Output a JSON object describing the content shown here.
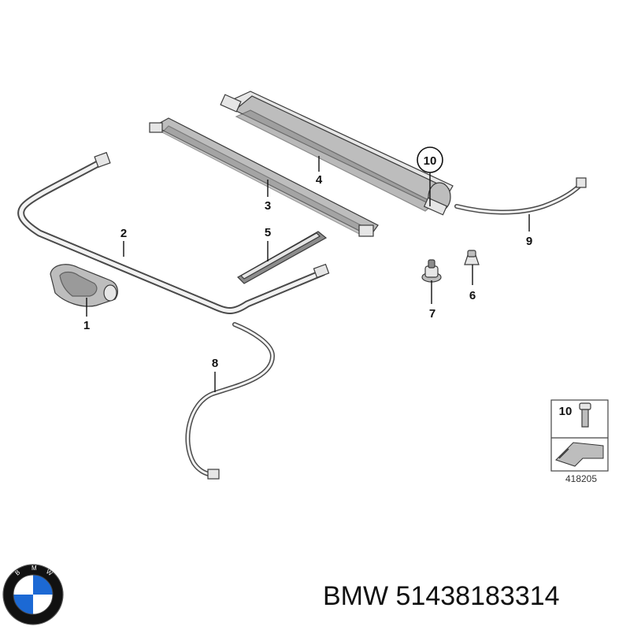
{
  "diagram": {
    "callouts": [
      "1",
      "2",
      "3",
      "4",
      "5",
      "6",
      "7",
      "8",
      "9",
      "10"
    ],
    "legend": {
      "part_number": "10",
      "code": "418205"
    }
  },
  "footer": {
    "brand_name": "BMW",
    "part_number": "51438183314"
  },
  "colors": {
    "part_fill": "#bdbdbd",
    "line": "#111111",
    "logo_blue": "#1c69d4"
  },
  "icons": {
    "logo": "bmw-roundel-icon"
  }
}
